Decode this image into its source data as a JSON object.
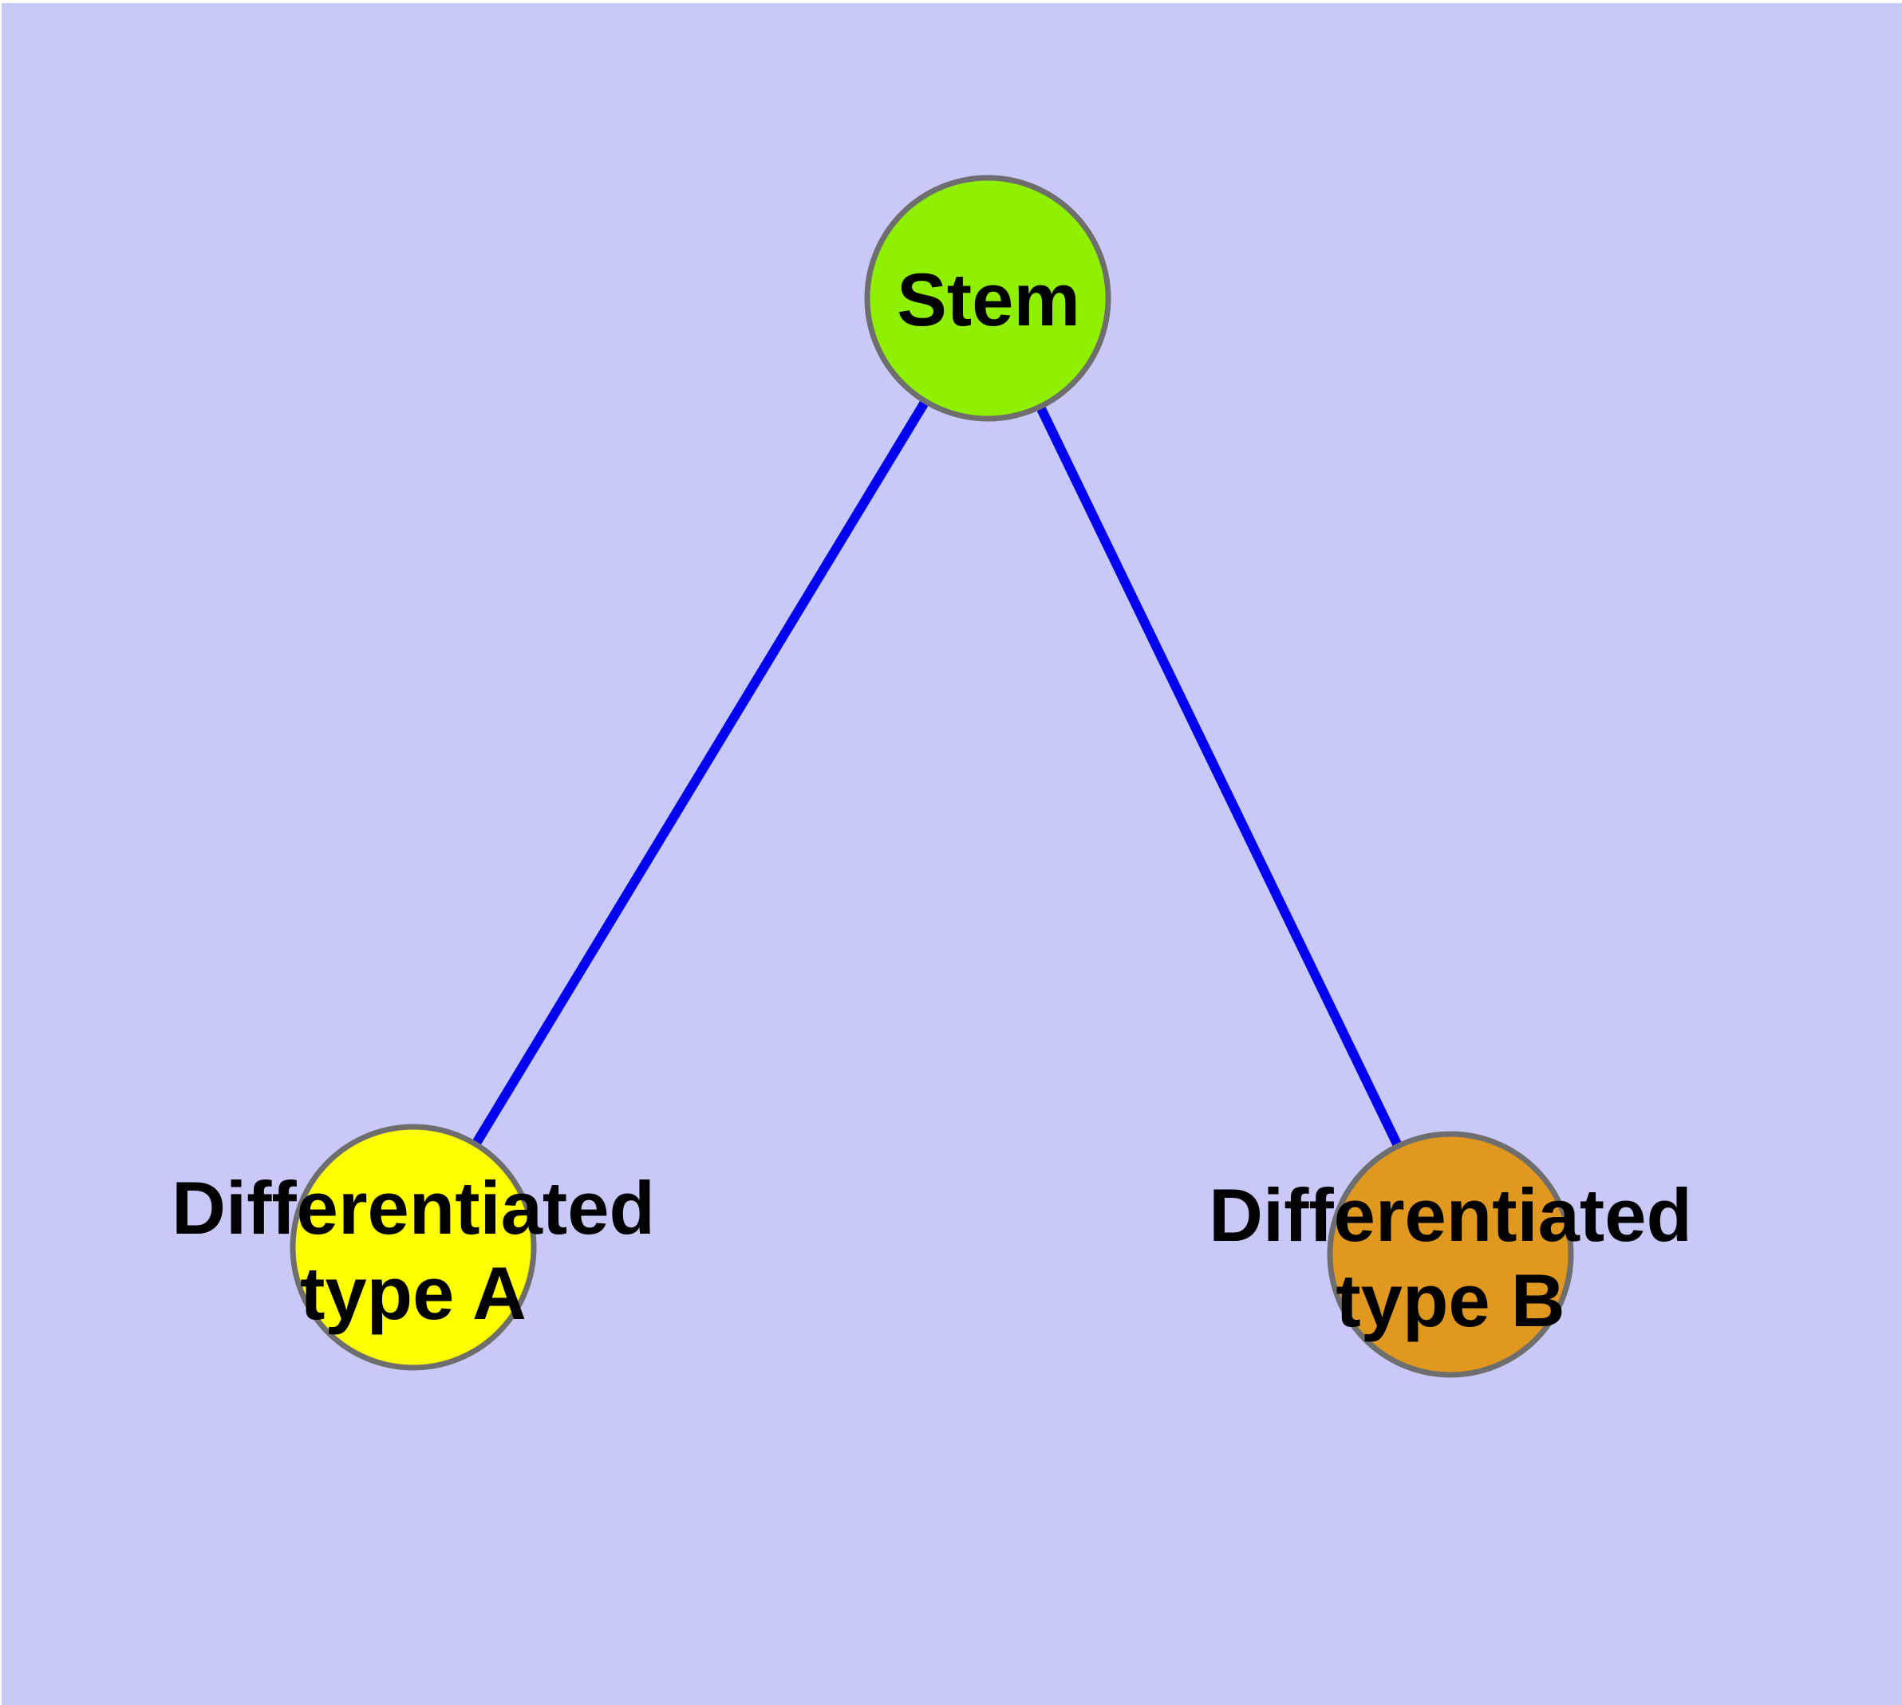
{
  "diagram": {
    "type": "graph",
    "background_color": "#c9c9f8",
    "margin_color": "#ffffff",
    "edge_stroke_width": 12,
    "node_border_width": 7,
    "nodes": [
      {
        "id": "stem",
        "label": "Stem",
        "label_lines": [
          "Stem"
        ],
        "shape": "circle",
        "fill_color": "#8ff000",
        "border_color": "#6e6e6e",
        "text_color": "#000000"
      },
      {
        "id": "differentiated-type-a",
        "label": "Differentiated type A",
        "label_lines": [
          "Differentiated",
          "type A"
        ],
        "shape": "circle",
        "fill_color": "#ffff00",
        "border_color": "#6e6e6e",
        "text_color": "#000000"
      },
      {
        "id": "differentiated-type-b",
        "label": "Differentiated type B",
        "label_lines": [
          "Differentiated",
          "type B"
        ],
        "shape": "circle",
        "fill_color": "#e0981e",
        "border_color": "#6e6e6e",
        "text_color": "#000000"
      }
    ],
    "edges": [
      {
        "from": "stem",
        "to": "differentiated-type-a",
        "color": "#0202ee",
        "style": "solid"
      },
      {
        "from": "stem",
        "to": "differentiated-type-b",
        "color": "#0202ee",
        "style": "solid"
      }
    ]
  }
}
